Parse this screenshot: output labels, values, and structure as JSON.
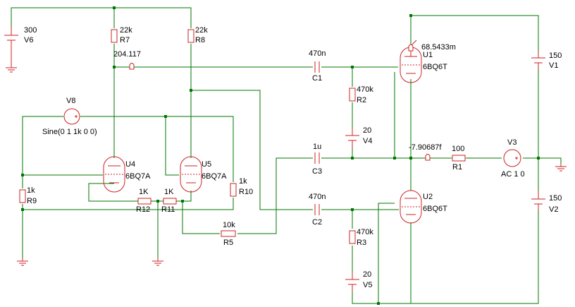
{
  "sources": {
    "v6": {
      "value": "300",
      "name": "V6"
    },
    "v1": {
      "value": "150",
      "name": "V1"
    },
    "v2": {
      "value": "150",
      "name": "V2"
    },
    "v4": {
      "value": "20",
      "name": "V4"
    },
    "v5": {
      "value": "20",
      "name": "V5"
    },
    "v8": {
      "name": "V8",
      "spec": "Sine(0 1 1k 0 0)"
    },
    "v3": {
      "name": "V3",
      "spec": "AC 1 0"
    }
  },
  "resistors": {
    "r7": {
      "value": "22k",
      "name": "R7"
    },
    "r8": {
      "value": "22k",
      "name": "R8"
    },
    "r2": {
      "value": "470k",
      "name": "R2"
    },
    "r3": {
      "value": "470k",
      "name": "R3"
    },
    "r9": {
      "value": "1k",
      "name": "R9"
    },
    "r10": {
      "value": "1k",
      "name": "R10"
    },
    "r12": {
      "value": "1K",
      "name": "R12"
    },
    "r11": {
      "value": "1K",
      "name": "R11"
    },
    "r5": {
      "value": "10k",
      "name": "R5"
    },
    "r1": {
      "value": "100",
      "name": "R1"
    }
  },
  "capacitors": {
    "c1": {
      "value": "470n",
      "name": "C1"
    },
    "c2": {
      "value": "470n",
      "name": "C2"
    },
    "c3": {
      "value": "1u",
      "name": "C3"
    }
  },
  "tubes": {
    "u1": {
      "name": "U1",
      "model": "6BQ6T"
    },
    "u2": {
      "name": "U2",
      "model": "6BQ6T"
    },
    "u4": {
      "name": "U4",
      "model": "6BQ7A"
    },
    "u5": {
      "name": "U5",
      "model": "6BQ7A"
    }
  },
  "probes": {
    "p1": "204.117",
    "p2": "68.5433m",
    "p3": "-7.90687f"
  }
}
